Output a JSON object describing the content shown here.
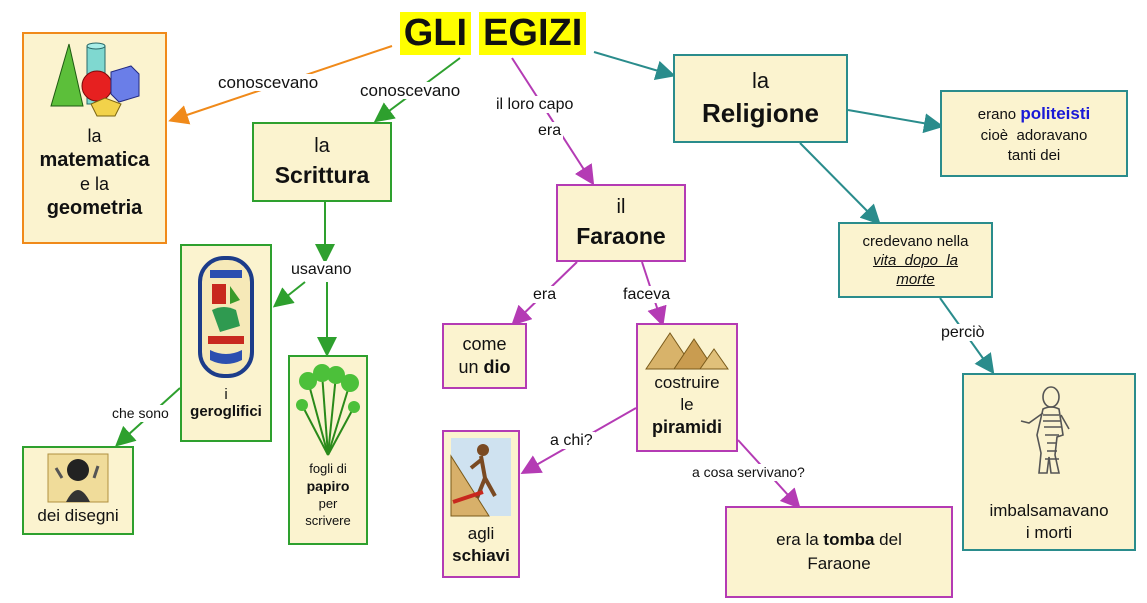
{
  "title": {
    "w1": "GLI",
    "w2": "EGIZI"
  },
  "links": {
    "conoscevano_left": "conoscevano",
    "conoscevano_mid": "conoscevano",
    "loro_capo_1": "il loro capo",
    "loro_capo_2": "era",
    "usavano": "usavano",
    "che_sono": "che sono",
    "era": "era",
    "faceva": "faceva",
    "a_chi": "a chi?",
    "a_cosa": "a cosa  servivano?",
    "percio": "perciò"
  },
  "nodes": {
    "matematica": {
      "l1": "la",
      "l2": "matematica",
      "l3": "e la",
      "l4": "geometria"
    },
    "scrittura": {
      "l1": "la",
      "l2": "Scrittura"
    },
    "faraone": {
      "l1": "il",
      "l2": "Faraone"
    },
    "religione": {
      "l1": "la",
      "l2": "Religione"
    },
    "politeisti": {
      "l1a": "erano",
      "l1b": "politeisti",
      "l2": "cioè  adoravano",
      "l3": "tanti dei"
    },
    "credevano": {
      "l1": "credevano nella",
      "l2": "vita  dopo  la",
      "l3": "morte"
    },
    "geroglifici": {
      "l1": "i",
      "l2": "geroglifici"
    },
    "papiro": {
      "l1": "fogli di",
      "l2": "papiro",
      "l3": "per",
      "l4": "scrivere"
    },
    "disegni": {
      "l1": "dei disegni"
    },
    "dio": {
      "l1": "come",
      "l2a": "un",
      "l2b": "dio"
    },
    "piramidi": {
      "l1": "costruire",
      "l2": "le",
      "l3": "piramidi"
    },
    "schiavi": {
      "l1": "agli",
      "l2": "schiavi"
    },
    "tomba": {
      "l1a": "era la",
      "l1b": "tomba",
      "l1c": "del",
      "l2": "Faraone"
    },
    "imbalsamavano": {
      "l1": "imbalsamavano",
      "l2": "i morti"
    }
  },
  "colors": {
    "orange": "#f08a1a",
    "green": "#2ea02e",
    "purple": "#b43bb4",
    "teal": "#2a8c8c",
    "box_fill": "#fbf3cf",
    "title_bg": "#ffff00"
  }
}
